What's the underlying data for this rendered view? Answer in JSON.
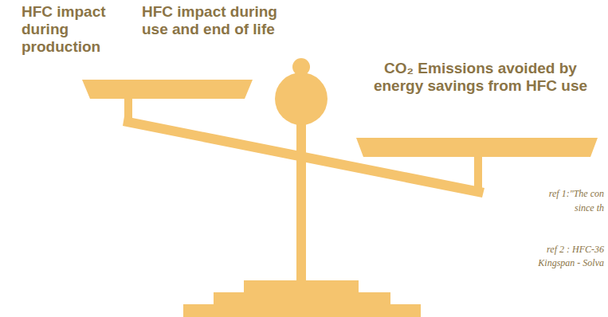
{
  "diagram": {
    "labels": [
      "HFC impact during production",
      "HFC impact during use and end of life",
      "CO₂ Emissions avoided by energy savings from HFC use",
      "ref 1:\"The con",
      "since th",
      "ref 2 : HFC-36",
      "Kingspan - Solva"
    ]
  }
}
